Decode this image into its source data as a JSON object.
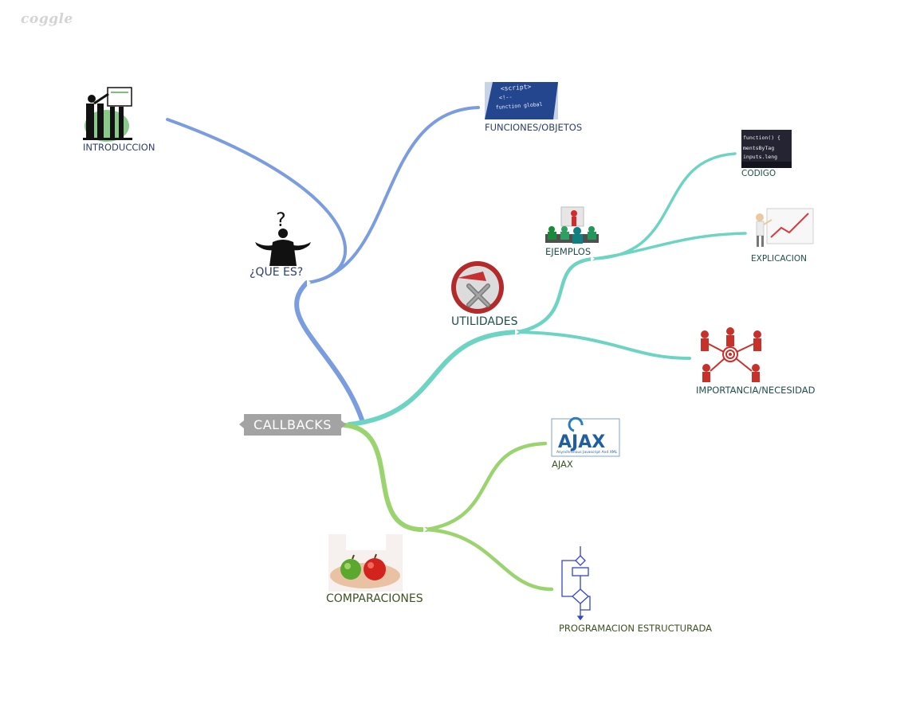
{
  "brand": "coggle",
  "root": {
    "label": "CALLBACKS"
  },
  "nodes": {
    "introduccion": "INTRODUCCION",
    "que_es": "¿QUE ES?",
    "funciones": "FUNCIONES/OBJETOS",
    "utilidades": "UTILIDADES",
    "ejemplos": "EJEMPLOS",
    "codigo": "CODIGO",
    "explicacion": "EXPLICACION",
    "importancia": "IMPORTANCIA/NECESIDAD",
    "ajax": "AJAX",
    "comparaciones": "COMPARACIONES",
    "programacion": "PROGRAMACION ESTRUCTURADA"
  },
  "images": {
    "script_text": "<script>",
    "script_line2": "<!--",
    "script_line3": "function global",
    "code_text1": "function() {",
    "code_text2": "mentsByTag",
    "code_text3": "inputs.leng",
    "ajax_logo": "AJAX",
    "ajax_sub": "Asynchronous Javascript And XML",
    "question_mark": "?"
  },
  "colors": {
    "blue_branch": "#7a9de0",
    "teal_branch": "#6dd4c4",
    "green_branch": "#9ad46e",
    "root_bg": "#a3a3a3"
  }
}
